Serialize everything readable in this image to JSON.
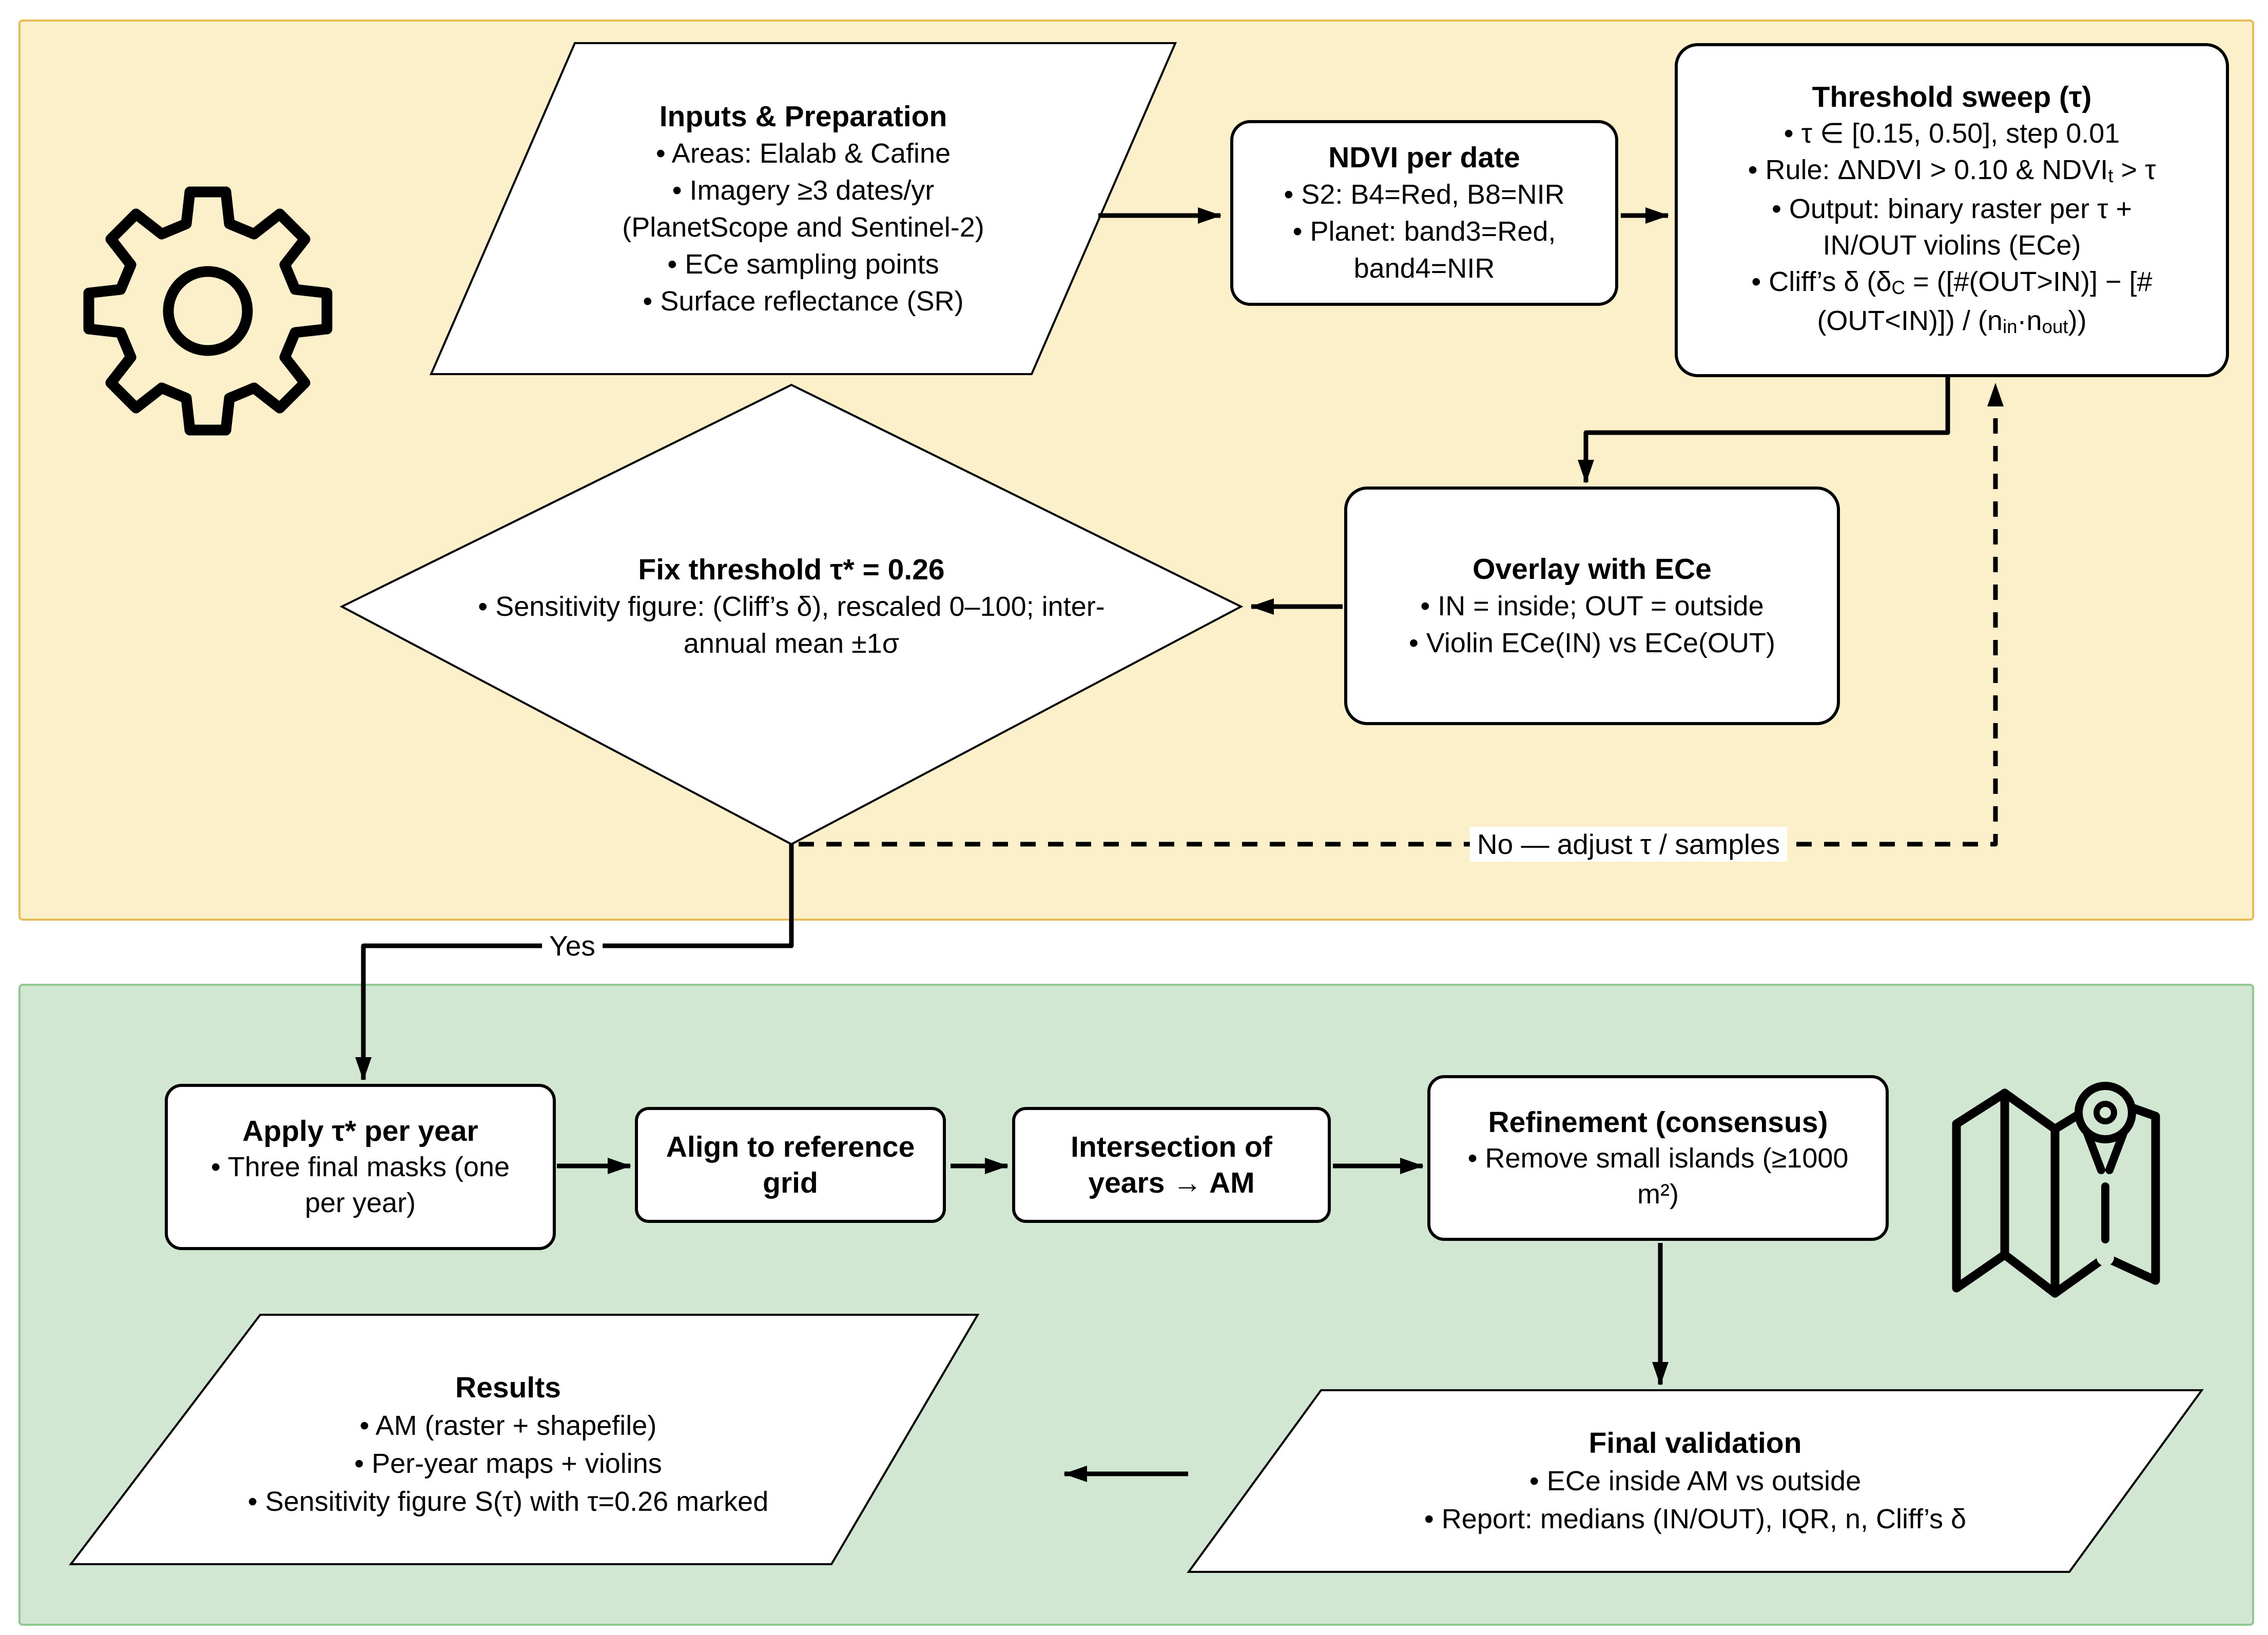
{
  "colors": {
    "methods_section_bg": "#FCF0CB",
    "methods_section_border": "#E5BC56",
    "outputs_section_bg": "#D2E7D2",
    "outputs_section_border": "#8FC98F",
    "node_fill": "#FFFFFF",
    "node_border": "#000000",
    "text": "#000000"
  },
  "icons": {
    "top_left": "gear-icon",
    "bottom_right": "folded-map-location-pin-icon"
  },
  "nodes": {
    "inputs": {
      "title": "Inputs & Preparation",
      "lines": [
        "• Areas: Elalab & Cafine",
        "• Imagery ≥3 dates/yr",
        "(PlanetScope and Sentinel-2)",
        "• ECe sampling points",
        "• Surface reflectance (SR)"
      ]
    },
    "ndvi": {
      "title": "NDVI per date",
      "lines": [
        "• S2: B4=Red, B8=NIR",
        "• Planet: band3=Red,",
        "band4=NIR"
      ]
    },
    "threshold": {
      "title": "Threshold sweep (τ)",
      "b1": "• τ ∈ [0.15, 0.50], step 0.01",
      "b2_pre": "• Rule: ΔNDVI > 0.10 & NDVI",
      "b2_sub": "t",
      "b2_post": " > τ",
      "b3a": "• Output: binary raster per τ +",
      "b3b": "IN/OUT violins (ECe)",
      "b4a_pre": "• Cliff’s δ (δ",
      "b4a_sub": "C",
      "b4a_post": " = ([#(OUT>IN)] − [#",
      "b4b_pre": "(OUT<IN)]) / (n",
      "b4b_sub1": "in",
      "b4b_mid": "·n",
      "b4b_sub2": "out",
      "b4b_post": "))"
    },
    "decision": {
      "title": "Fix threshold τ* = 0.26",
      "lines": [
        "• Sensitivity figure: (Cliff’s δ), rescaled 0–100; inter-",
        "annual mean ±1σ"
      ]
    },
    "overlay": {
      "title": "Overlay with ECe",
      "lines": [
        "• IN = inside; OUT = outside",
        "• Violin ECe(IN) vs ECe(OUT)"
      ]
    },
    "apply": {
      "title": "Apply τ* per year",
      "lines": [
        "• Three final masks (one",
        "per year)"
      ]
    },
    "align": {
      "title_line1": "Align to reference",
      "title_line2": "grid"
    },
    "intersection": {
      "title_line1": "Intersection of",
      "title_line2": "years → AM"
    },
    "refinement": {
      "title": "Refinement (consensus)",
      "lines": [
        "• Remove small islands (≥1000",
        "m²)"
      ]
    },
    "final_validation": {
      "title": "Final validation",
      "lines": [
        "• ECe inside AM vs outside",
        "• Report: medians (IN/OUT), IQR, n, Cliff’s δ"
      ]
    },
    "results": {
      "title": "Results",
      "lines": [
        "• AM (raster + shapefile)",
        "• Per-year maps + violins",
        "• Sensitivity figure S(τ) with τ=0.26 marked"
      ]
    }
  },
  "edges": {
    "yes_label": "Yes",
    "no_label": "No — adjust τ / samples"
  }
}
